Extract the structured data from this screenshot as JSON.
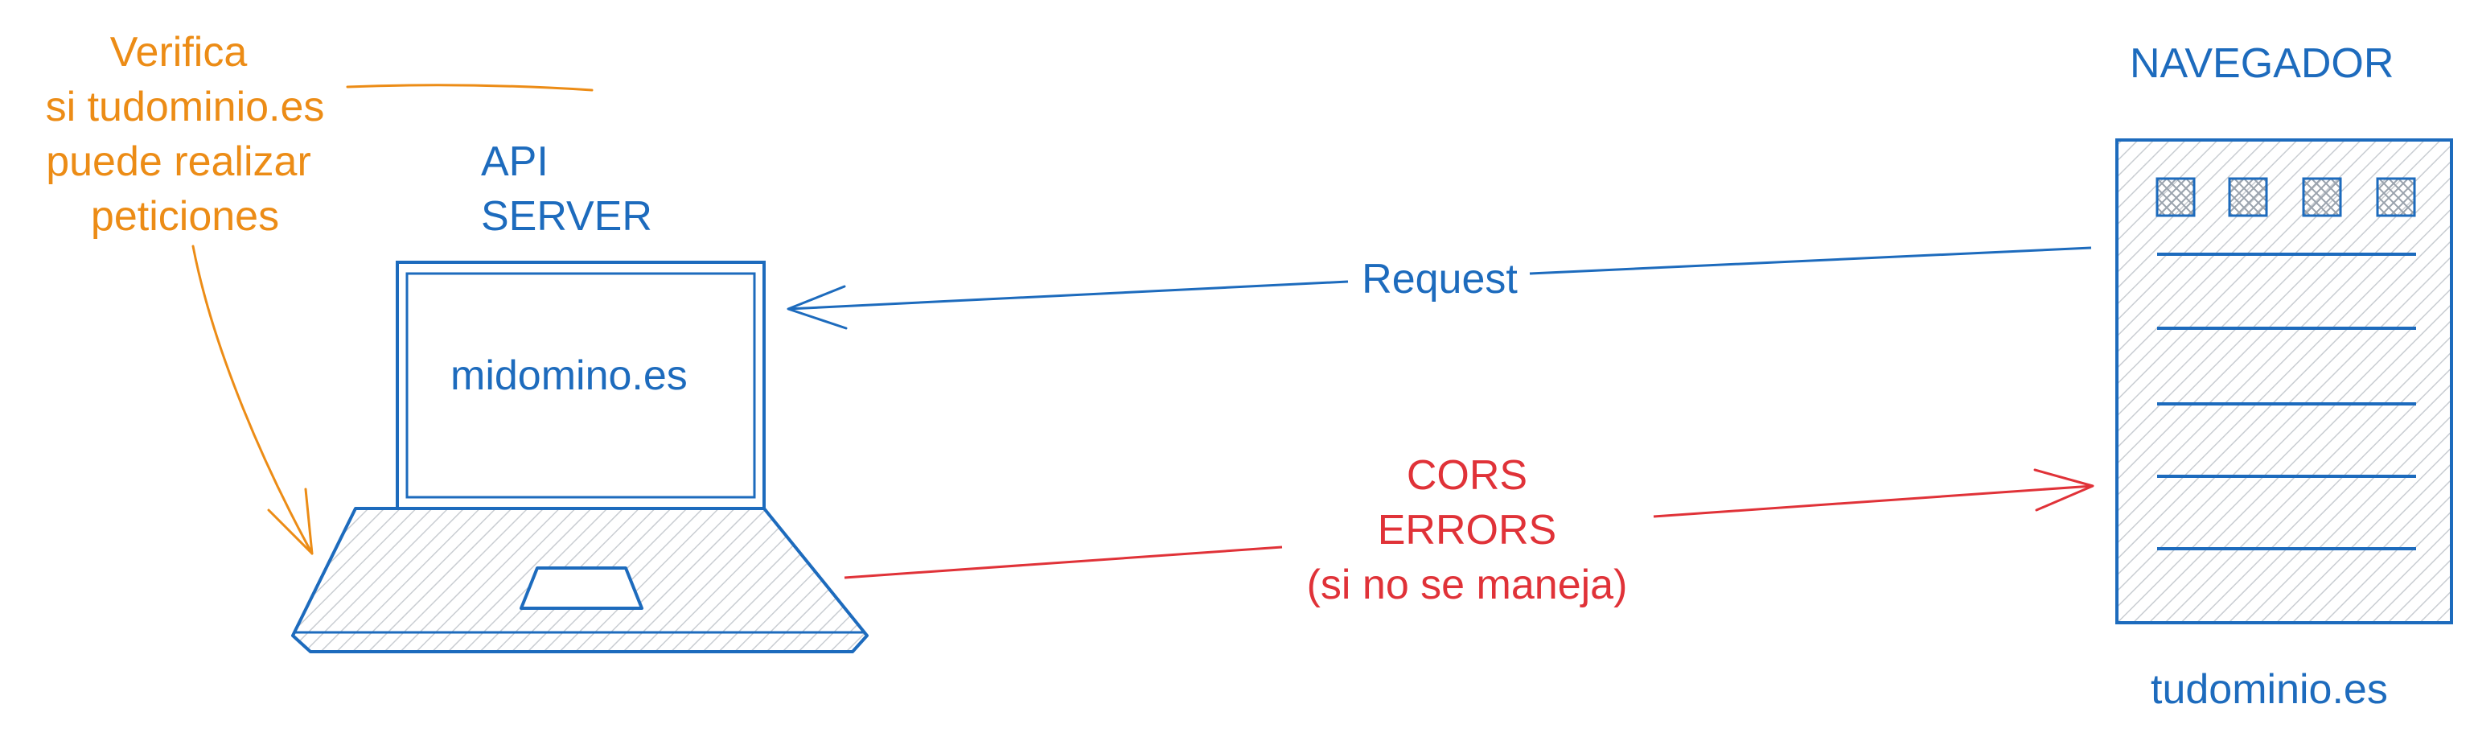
{
  "annotation": {
    "lines": [
      "Verifica",
      "si tudominio.es",
      "puede realizar",
      "peticiones"
    ],
    "color": "#ec8c16"
  },
  "server": {
    "title_lines": [
      "API",
      "SERVER"
    ],
    "domain": "midomino.es",
    "icon": "laptop-icon",
    "color": "#1d6bbd"
  },
  "browser": {
    "title": "NAVEGADOR",
    "domain": "tudominio.es",
    "icon": "browser-window-icon",
    "color": "#1d6bbd"
  },
  "arrows": {
    "request": {
      "label": "Request",
      "color": "#1d6bbd"
    },
    "cors": {
      "label_lines": [
        "CORS",
        "ERRORS",
        "(si no se maneja)"
      ],
      "color": "#e03238"
    }
  }
}
